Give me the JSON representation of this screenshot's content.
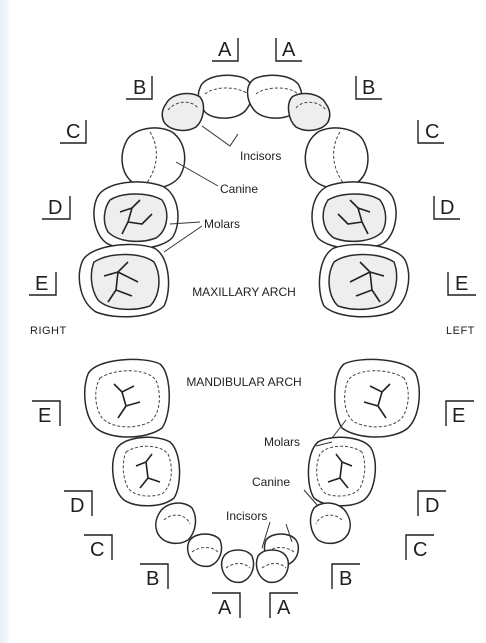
{
  "tooth_letters": {
    "a": "A",
    "b": "B",
    "c": "C",
    "d": "D",
    "e": "E"
  },
  "arch_labels": {
    "maxillary": "MAXILLARY ARCH",
    "mandibular": "MANDIBULAR ARCH"
  },
  "side_labels": {
    "right": "RIGHT",
    "left": "LEFT"
  },
  "tooth_type_labels": {
    "incisors": "Incisors",
    "canine": "Canine",
    "molars": "Molars"
  }
}
